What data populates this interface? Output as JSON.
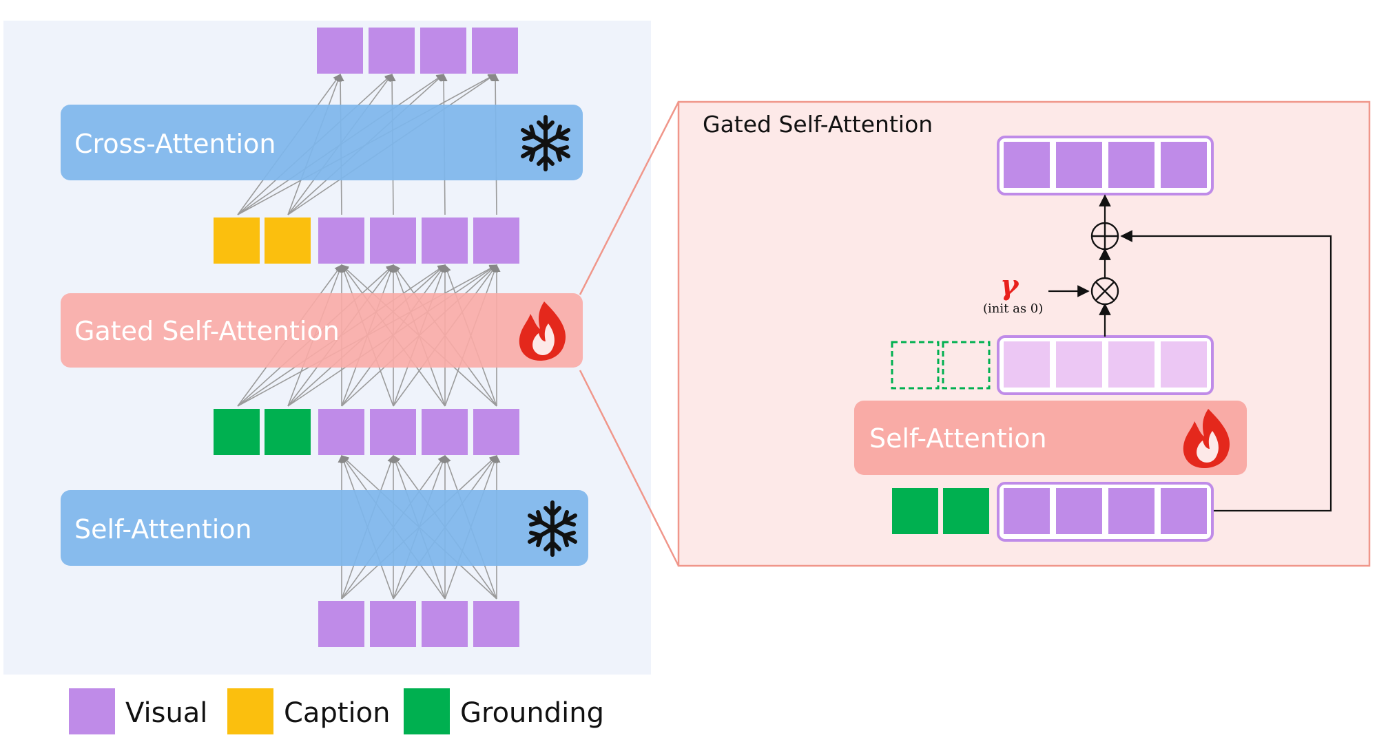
{
  "main_diagram": {
    "cross_attention_label": "Cross-Attention",
    "gated_self_attention_label": "Gated Self-Attention",
    "self_attention_label": "Self-Attention",
    "frozen_icon": "snowflake-icon",
    "trainable_icon": "fire-icon"
  },
  "zoom_panel": {
    "title": "Gated Self-Attention",
    "self_attention_label": "Self-Attention",
    "gamma_symbol": "γ",
    "gamma_note": "(init as 0)",
    "add_icon": "circle-plus-icon",
    "multiply_icon": "circle-times-icon"
  },
  "legend": {
    "items": [
      {
        "label": "Visual",
        "color": "#bf8be8"
      },
      {
        "label": "Caption",
        "color": "#fbbf0e"
      },
      {
        "label": "Grounding",
        "color": "#00b050"
      }
    ]
  },
  "colors": {
    "visual": "#bf8be8",
    "visual_light": "#ecc7f4",
    "caption": "#fbbf0e",
    "grounding": "#00b050",
    "frozen_block": "#7eb6ec",
    "trainable_block": "#f9aba6",
    "left_panel_bg": "#eff3fb",
    "zoom_panel_bg": "#fde9e8",
    "zoom_panel_border": "#f0968a",
    "gamma": "#e8201c",
    "flame": "#e4281c"
  }
}
